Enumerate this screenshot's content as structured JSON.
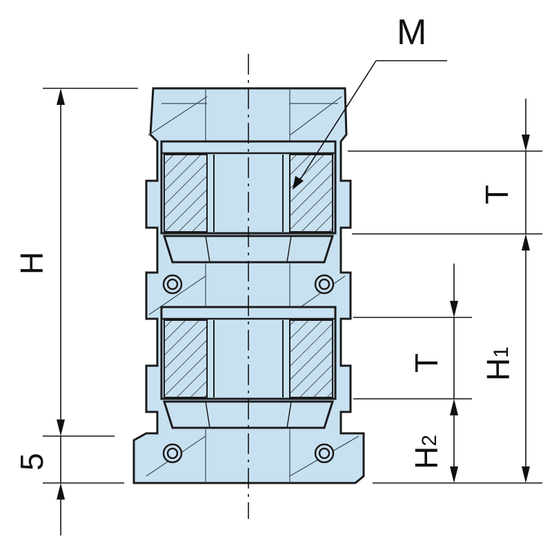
{
  "labels": {
    "m": "M",
    "h": "H",
    "t_upper": "T",
    "t_lower": "T",
    "h1": "H",
    "h1_sub": "1",
    "h2": "H",
    "h2_sub": "2",
    "five": "5"
  },
  "colors": {
    "body_fill": "#c8e1f1",
    "outline": "#1a1a1a",
    "hatch": "#2a2a2a",
    "dimension": "#111111"
  },
  "icons": {
    "bolt_holes": "circle-hole-icon",
    "arrows": "dimension-arrow-icon"
  }
}
